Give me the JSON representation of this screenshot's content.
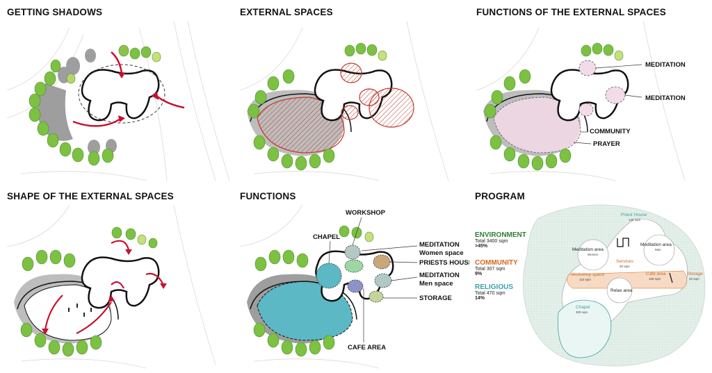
{
  "panels": {
    "shadows": {
      "title": "GETTING SHADOWS"
    },
    "external": {
      "title": "EXTERNAL SPACES"
    },
    "functions_external": {
      "title": "FUNCTIONS OF THE EXTERNAL SPACES",
      "labels": [
        "MEDITATION",
        "MEDITATION",
        "COMMUNITY",
        "PRAYER"
      ]
    },
    "shape": {
      "title": "SHAPE OF THE EXTERNAL SPACES"
    },
    "functions": {
      "title": "FUNCTIONS",
      "labels": {
        "workshop": "WORKSHOP",
        "chapel": "CHAPEL",
        "meditation_women_1": "MEDITATION",
        "meditation_women_2": "Women space",
        "priests_house": "PRIESTS HOUSE",
        "meditation_men_1": "MEDITATION",
        "meditation_men_2": "Men space",
        "storage": "STORAGE",
        "cafe_area": "CAFE AREA"
      }
    },
    "program": {
      "title": "PROGRAM",
      "legend": [
        {
          "name": "ENVIRONMENT",
          "total": "Total 3400 sqm",
          "pct": ">45%",
          "color": "#2e7d32"
        },
        {
          "name": "COMMUNITY",
          "total": "Total 307 sqm",
          "pct": "9%",
          "color": "#d2691e"
        },
        {
          "name": "RELIGIOUS",
          "total": "Total 470 sqm",
          "pct": "14%",
          "color": "#3aa0a8"
        }
      ],
      "rooms": {
        "priest_house": {
          "name": "Priest House",
          "area": "140 sqm"
        },
        "meditation_women": {
          "name": "Meditation area",
          "sub": "Women"
        },
        "meditation_men": {
          "name": "Meditation area",
          "sub": "Men"
        },
        "services": {
          "name": "Services",
          "area": "20 sqm"
        },
        "workshop": {
          "name": "Workshop space",
          "area": "110 sqm"
        },
        "cafe": {
          "name": "Cafe area",
          "area": "150 sqm"
        },
        "storage": {
          "name": "Storage",
          "area": "25 sqm"
        },
        "relax": {
          "name": "Relax area"
        },
        "chapel": {
          "name": "Chapel",
          "area": "300 sqm"
        }
      }
    }
  },
  "colors": {
    "arrow_red": "#c8102e",
    "hatch_red": "#c0392b",
    "tree_green": "#7cc142",
    "shadow_grey": "#9e9e9e",
    "pink_fill": "#f3dbe9",
    "chapel_teal": "#5bb8c4",
    "community_orange": "#d2691e",
    "religious_teal": "#3aa0a8",
    "environment_green": "#2e7d32"
  }
}
